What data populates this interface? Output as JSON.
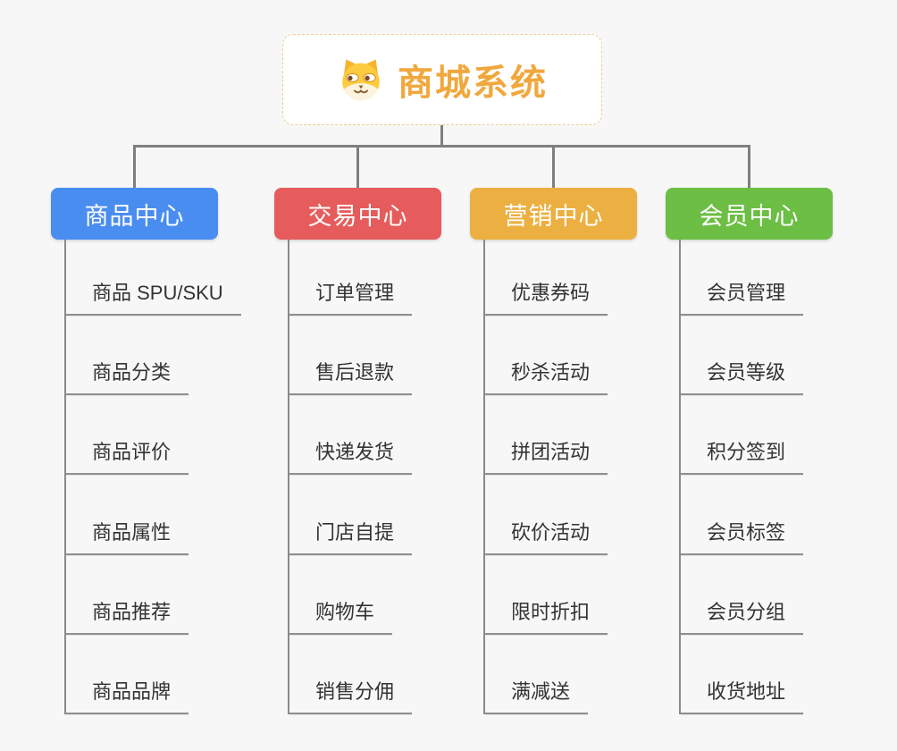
{
  "root": {
    "label": "商城系统",
    "icon": "shiba-dog-icon",
    "accent_color": "#f0a83e",
    "border_color": "#eecd96"
  },
  "connector_color": "#7f7f7f",
  "background_color": "#f7f7f7",
  "columns": [
    {
      "label": "商品中心",
      "color": "#4a8df0",
      "items": [
        "商品 SPU/SKU",
        "商品分类",
        "商品评价",
        "商品属性",
        "商品推荐",
        "商品品牌"
      ]
    },
    {
      "label": "交易中心",
      "color": "#e65c5c",
      "items": [
        "订单管理",
        "售后退款",
        "快递发货",
        "门店自提",
        "购物车",
        "销售分佣"
      ]
    },
    {
      "label": "营销中心",
      "color": "#ecb042",
      "items": [
        "优惠券码",
        "秒杀活动",
        "拼团活动",
        "砍价活动",
        "限时折扣",
        "满减送"
      ]
    },
    {
      "label": "会员中心",
      "color": "#6cbe45",
      "items": [
        "会员管理",
        "会员等级",
        "积分签到",
        "会员标签",
        "会员分组",
        "收货地址"
      ]
    }
  ]
}
